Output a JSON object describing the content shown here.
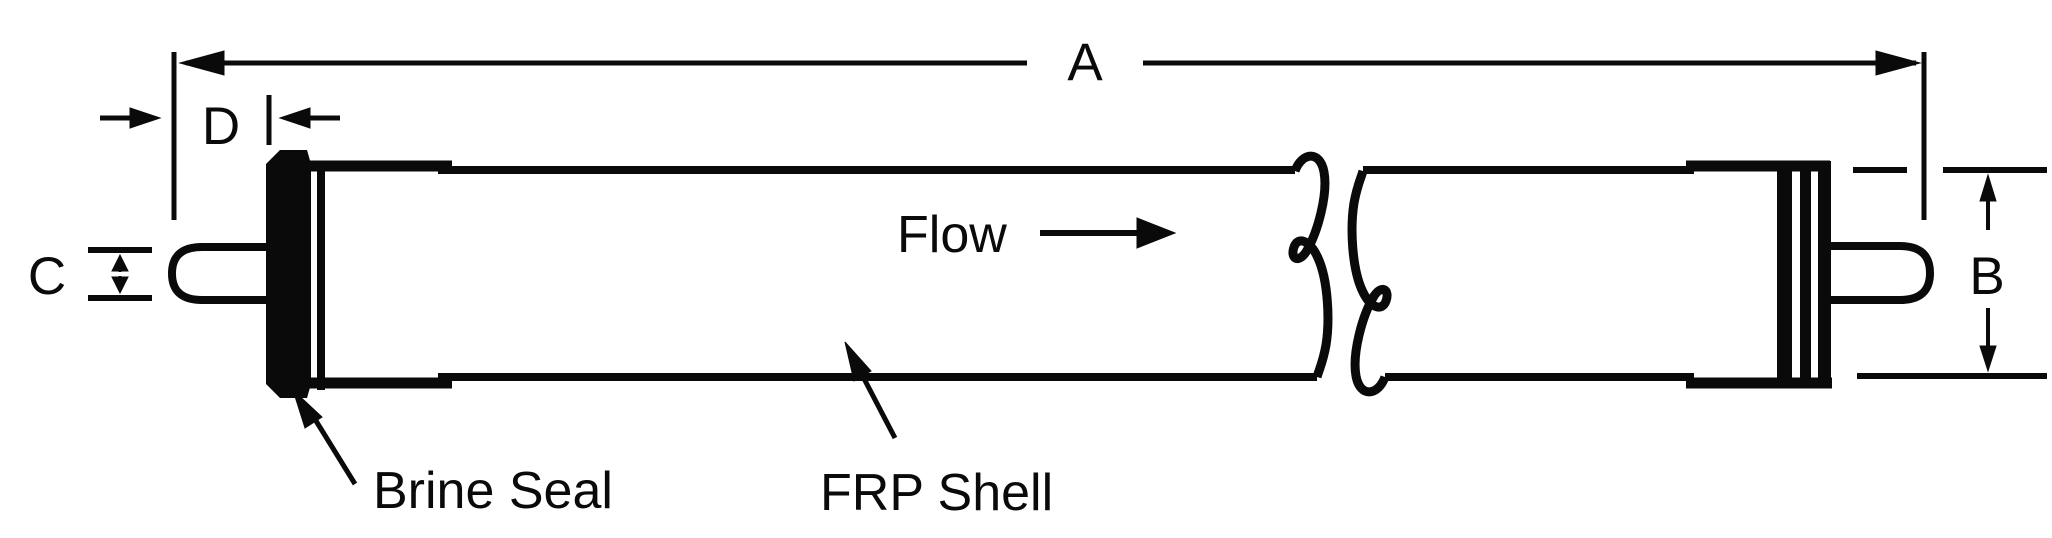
{
  "diagram": {
    "background_color": "#ffffff",
    "line_color": "#0a0a0a",
    "dimension_labels": {
      "overall_length": "A",
      "element_diameter": "B",
      "tube_diameter": "C",
      "tube_stickout": "D"
    },
    "flow": {
      "label": "Flow"
    },
    "callouts": {
      "brine_seal": "Brine Seal",
      "frp_shell": "FRP Shell"
    }
  }
}
